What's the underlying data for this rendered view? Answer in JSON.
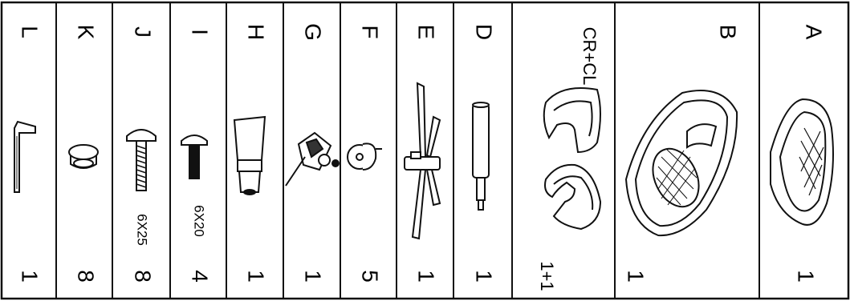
{
  "parts": [
    {
      "letter": "L",
      "spec": "",
      "qty": "1",
      "icon": "hex-key-icon"
    },
    {
      "letter": "K",
      "spec": "",
      "qty": "8",
      "icon": "end-cap-icon"
    },
    {
      "letter": "J",
      "spec": "6X25",
      "qty": "8",
      "icon": "bolt-long-icon"
    },
    {
      "letter": "I",
      "spec": "6X20",
      "qty": "4",
      "icon": "bolt-short-icon"
    },
    {
      "letter": "H",
      "spec": "",
      "qty": "1",
      "icon": "gas-lift-cover-icon"
    },
    {
      "letter": "G",
      "spec": "",
      "qty": "1",
      "icon": "tilt-mechanism-icon"
    },
    {
      "letter": "F",
      "spec": "",
      "qty": "5",
      "icon": "caster-wheel-icon"
    },
    {
      "letter": "E",
      "spec": "",
      "qty": "1",
      "icon": "star-base-icon"
    },
    {
      "letter": "D",
      "spec": "",
      "qty": "1",
      "icon": "gas-cylinder-icon"
    },
    {
      "letter": "CR+CL",
      "spec": "",
      "qty": "1+1",
      "icon": "armrest-pair-icon"
    },
    {
      "letter": "B",
      "spec": "",
      "qty": "1",
      "icon": "backrest-icon"
    },
    {
      "letter": "A",
      "spec": "",
      "qty": "1",
      "icon": "seat-cushion-icon"
    }
  ]
}
